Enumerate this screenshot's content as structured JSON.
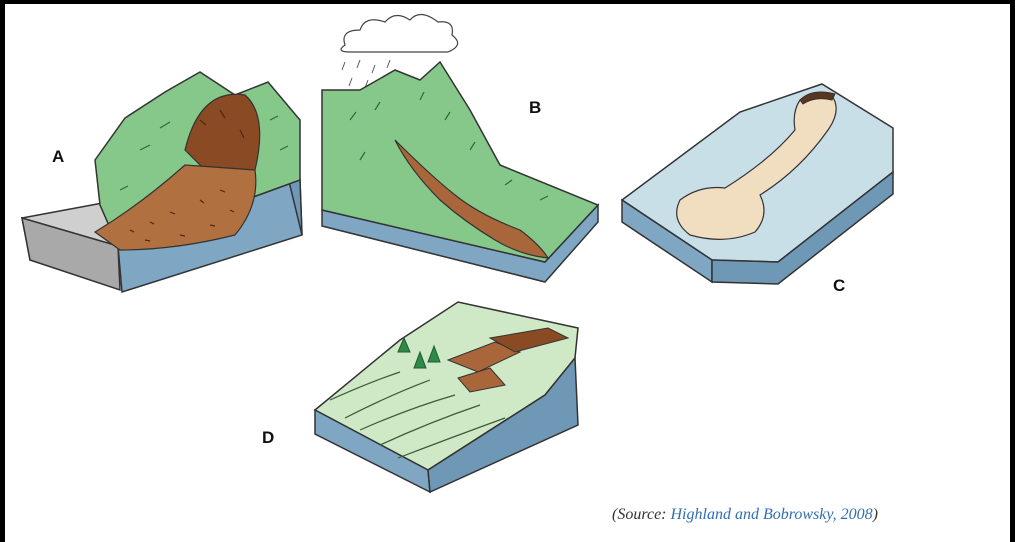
{
  "labels": {
    "a": "A",
    "b": "B",
    "c": "C",
    "d": "D"
  },
  "source": {
    "prefix": "(Source:",
    "reference": "Highland and Bobrowsky, 2008",
    "suffix": ")"
  },
  "colors": {
    "grass": "#86c78a",
    "bedrock": "#7fa7c4",
    "debris": "#a9663a",
    "pale_surface": "#c9dfe8",
    "scar": "#f1ddc0",
    "road": "#c9c9c9"
  }
}
